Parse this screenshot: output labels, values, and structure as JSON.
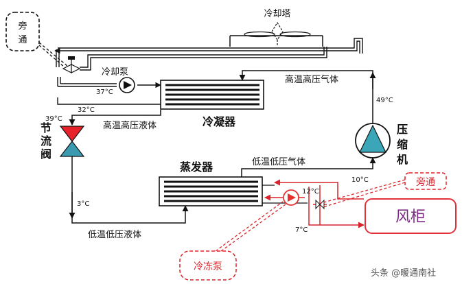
{
  "labels": {
    "cooling_tower": "冷却塔",
    "bypass_left": "旁\n通",
    "cooling_pump": "冷却泵",
    "condenser": "冷凝器",
    "hthp_gas": "高温高压气体",
    "hthp_liquid": "高温高压液体",
    "throttle_valve": "节\n流\n阀",
    "compressor": "压\n缩\n机",
    "evaporator": "蒸发器",
    "ltlp_gas": "低温低压气体",
    "ltlp_liquid": "低温低压液体",
    "bypass_right": "旁通",
    "freeze_pump": "冷冻泵",
    "fan_coil": "风柜",
    "watermark": "头条 @暖通南社"
  },
  "temperatures": {
    "t_37": "37°C",
    "t_32": "32°C",
    "t_39": "39°C",
    "t_49": "49°C",
    "t_3": "3°C",
    "t_10": "10°C",
    "t_12": "12°C",
    "t_7": "7°C"
  },
  "colors": {
    "line": "#111111",
    "red": "#d8242a",
    "valve_red": "#e8222a",
    "valve_blue": "#3a9ab0",
    "compressor_fill": "#3aa6b8",
    "pump_red": "#e53030",
    "fan_border": "#e0303a",
    "fan_text": "#7a2a82"
  }
}
